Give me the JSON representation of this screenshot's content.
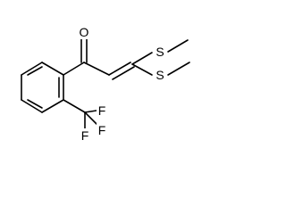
{
  "molecule": {
    "atoms": {
      "oxygen": "O",
      "sulfur_top": "S",
      "sulfur_bottom": "S",
      "fluorine_top": "F",
      "fluorine_left": "F",
      "fluorine_right": "F"
    }
  }
}
